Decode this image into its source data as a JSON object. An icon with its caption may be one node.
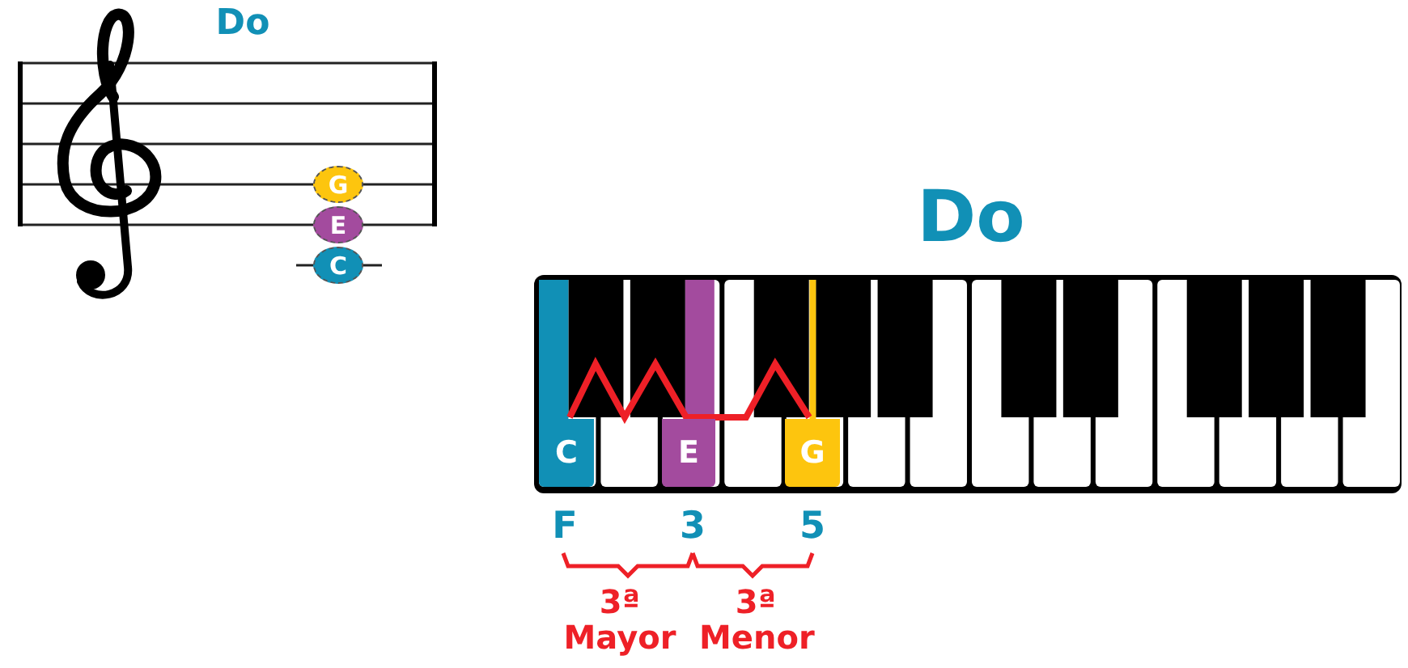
{
  "diagram": {
    "title": "Do",
    "nodes": [
      {
        "text": [
          "G"
        ]
      },
      {
        "text": [
          "E"
        ]
      },
      {
        "text": [
          "C"
        ]
      },
      {
        "text": [
          "C"
        ]
      },
      {
        "text": [
          "E"
        ]
      },
      {
        "text": [
          "G"
        ]
      }
    ],
    "labels": [
      "Do",
      "F",
      "3",
      "5",
      "3ª Mayor",
      "3ª Menor"
    ]
  }
}
